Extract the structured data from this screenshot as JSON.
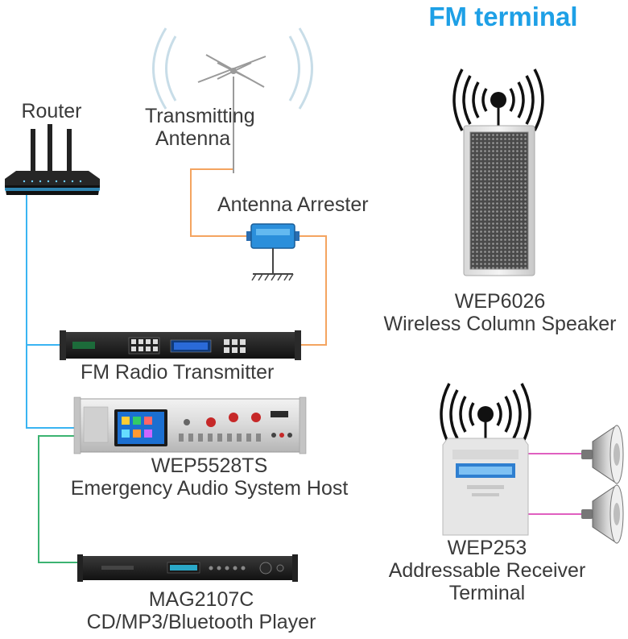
{
  "title": "FM terminal",
  "labels": {
    "router": "Router",
    "antenna_line1": "Transmitting",
    "antenna_line2": "Antenna",
    "arrester": "Antenna Arrester",
    "transmitter": "FM Radio Transmitter",
    "host_model": "WEP5528TS",
    "host_desc": "Emergency Audio System Host",
    "player_model": "MAG2107C",
    "player_desc": "CD/MP3/Bluetooth Player",
    "speaker_model": "WEP6026",
    "speaker_desc": "Wireless Column Speaker",
    "receiver_model": "WEP253",
    "receiver_line1": "Addressable Receiver",
    "receiver_line2": "Terminal"
  },
  "colors": {
    "title": "#1ea0e6",
    "network_line": "#3ab4f2",
    "rf_line": "#f4a460",
    "audio_line": "#3cb371",
    "speaker_line": "#e060c0"
  }
}
